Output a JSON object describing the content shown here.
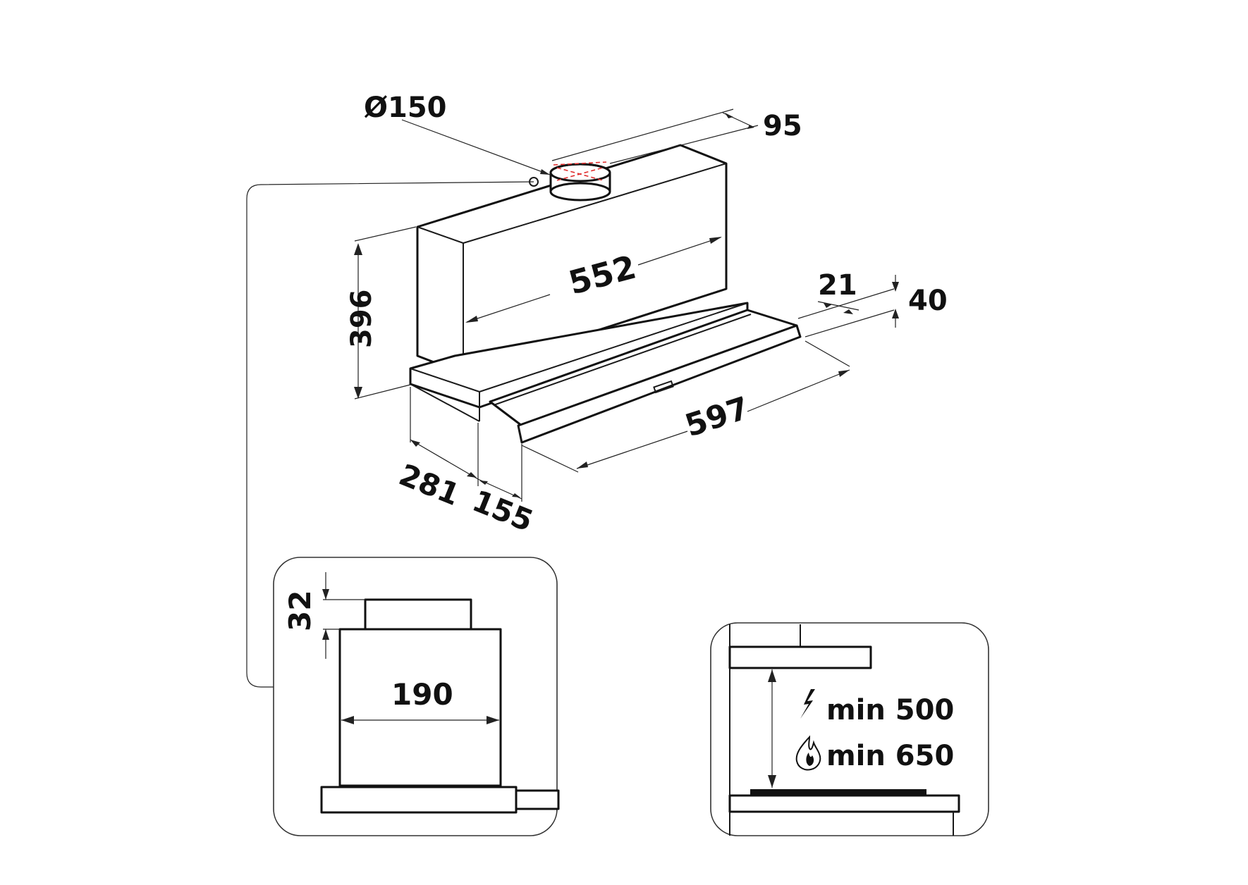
{
  "dimensions": {
    "duct_diameter": "Ø150",
    "depth_offset": "95",
    "height": "396",
    "chimney_width": "552",
    "front_thickness": "21",
    "panel_height": "40",
    "width": "597",
    "body_depth": "281",
    "extension": "155",
    "side_top": "32",
    "side_width": "190"
  },
  "clearances": {
    "electric": "min 500",
    "gas": "min 650"
  },
  "icons": {
    "electric": "lightning-icon",
    "gas": "flame-icon"
  },
  "colors": {
    "line": "#111111",
    "duct_guide": "#e03030"
  }
}
